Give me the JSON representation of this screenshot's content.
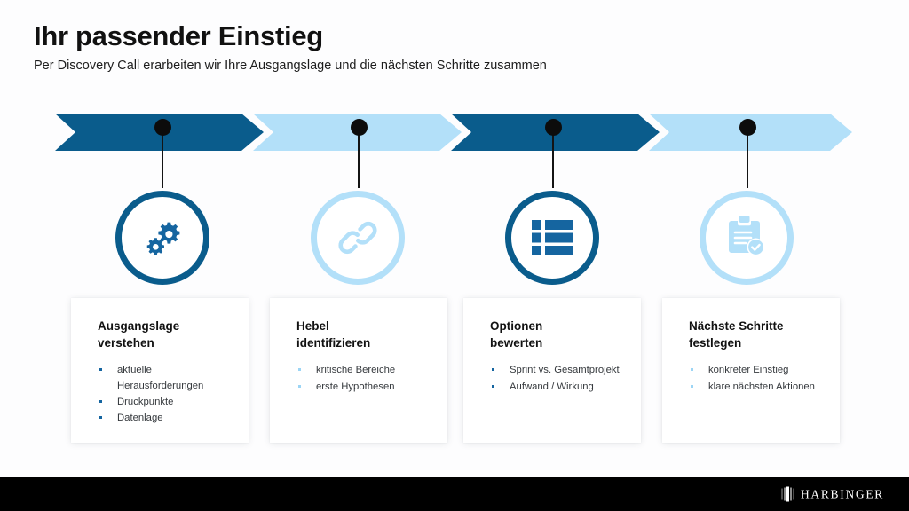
{
  "header": {
    "title": "Ihr passender Einstieg",
    "subtitle": "Per Discovery Call erarbeiten wir Ihre Ausgangslage und die nächsten Schritte zusammen"
  },
  "colors": {
    "chevron_dark": "#0a5c8c",
    "chevron_light": "#b3e0f9",
    "bullet_dark": "#1565a0",
    "bullet_light": "#9cd5f5",
    "connector": "#0c0c0c",
    "footer_bg": "#000000",
    "slide_bg": "#fdfdfe"
  },
  "steps": [
    {
      "id": "step-1",
      "tone": "dark",
      "icon": "gears-icon",
      "title": "Ausgangslage\nverstehen",
      "title_line1": "Ausgangslage",
      "title_line2": "verstehen",
      "bullets": [
        "aktuelle Herausforderungen",
        "Druckpunkte",
        "Datenlage"
      ]
    },
    {
      "id": "step-2",
      "tone": "light",
      "icon": "link-icon",
      "title": "Hebel\nidentifizieren",
      "title_line1": "Hebel",
      "title_line2": "identifizieren",
      "bullets": [
        "kritische Bereiche",
        "erste Hypothesen"
      ]
    },
    {
      "id": "step-3",
      "tone": "dark",
      "icon": "list-icon",
      "title": "Optionen\nbewerten",
      "title_line1": "Optionen",
      "title_line2": "bewerten",
      "bullets": [
        "Sprint vs. Gesamtprojekt",
        "Aufwand / Wirkung"
      ]
    },
    {
      "id": "step-4",
      "tone": "light",
      "icon": "clipboard-check-icon",
      "title": "Nächste Schritte\nfestlegen",
      "title_line1": "Nächste Schritte",
      "title_line2": "festlegen",
      "bullets": [
        "konkreter Einstieg",
        "klare nächsten Aktionen"
      ]
    }
  ],
  "footer": {
    "logo_text": "HARBINGER"
  }
}
